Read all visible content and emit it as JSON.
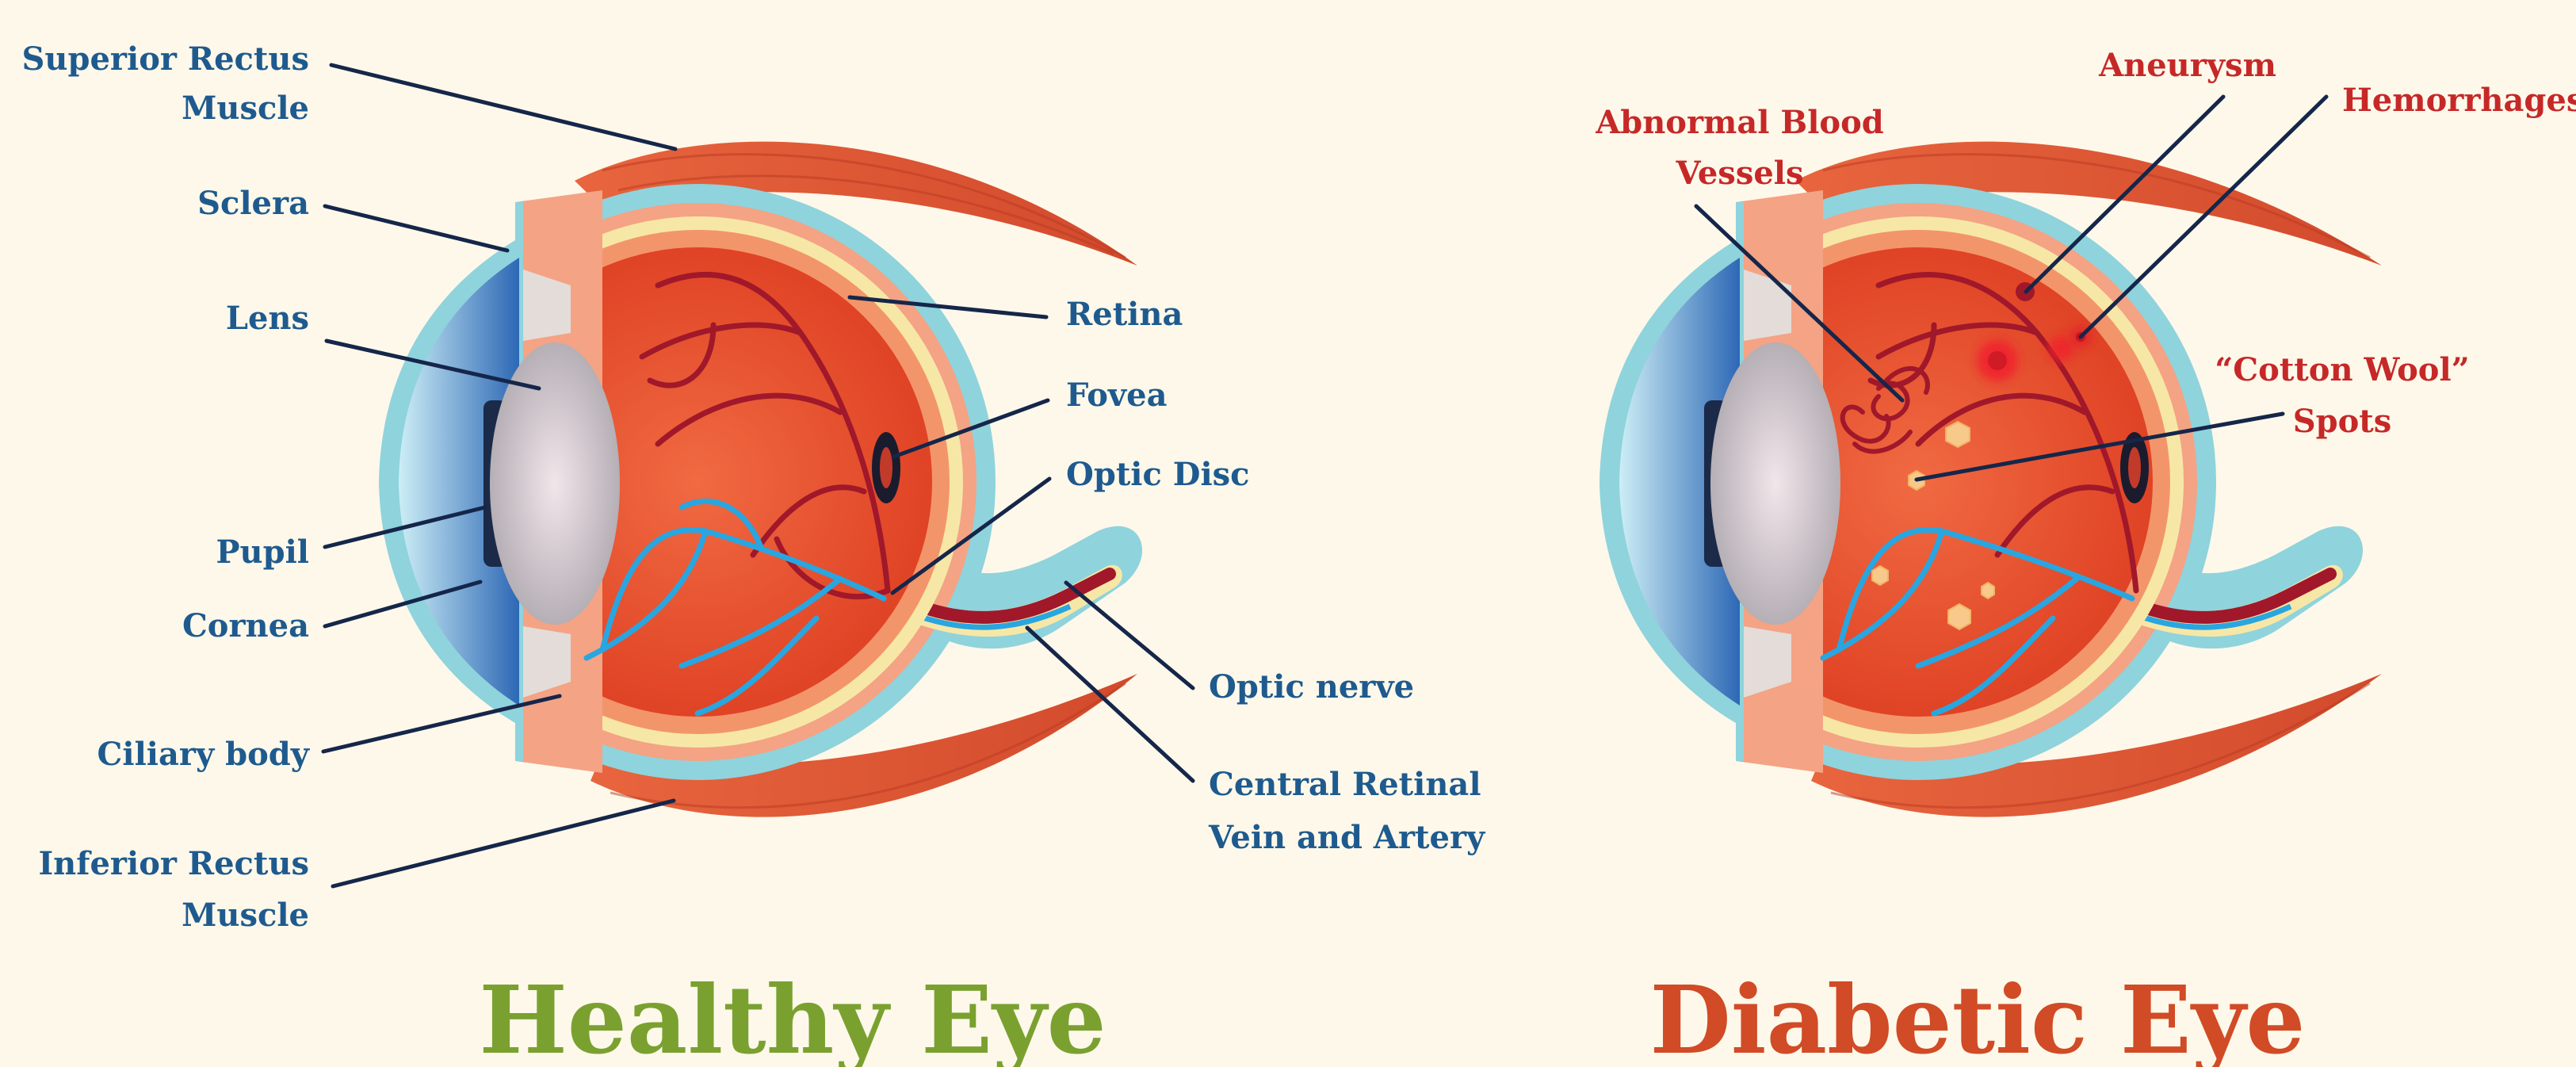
{
  "healthy": {
    "title": "Healthy Eye",
    "title_color": "#7aa12f",
    "labels": {
      "superior_rectus_1": "Superior Rectus",
      "superior_rectus_2": "Muscle",
      "sclera": "Sclera",
      "lens": "Lens",
      "pupil": "Pupil",
      "cornea": "Cornea",
      "ciliary_body": "Ciliary body",
      "inferior_rectus_1": "Inferior Rectus",
      "inferior_rectus_2": "Muscle",
      "retina": "Retina",
      "fovea": "Fovea",
      "optic_disc": "Optic Disc",
      "optic_nerve": "Optic nerve",
      "central_vein_1": "Central Retinal",
      "central_vein_2": "Vein and Artery"
    }
  },
  "diabetic": {
    "title": "Diabetic Eye",
    "title_color": "#d14b26",
    "labels": {
      "abnormal_1": "Abnormal Blood",
      "abnormal_2": "Vessels",
      "aneurysm": "Aneurysm",
      "hemorrhages": "Hemorrhages",
      "cotton_1": "“Cotton Wool”",
      "cotton_2": "Spots"
    }
  },
  "colors": {
    "background": "#fdf8ea",
    "label_healthy": "#1e5a8e",
    "label_diabetic": "#c62828",
    "muscle": "#dd5a36",
    "eyeball": "#e4502e",
    "sclera_outline": "#8fd3dc",
    "retina": "#f7e7a6",
    "artery": "#a0182a",
    "vein": "#29a6e0",
    "cornea": "#2f6fb8",
    "lens": "#cfc8cc"
  }
}
